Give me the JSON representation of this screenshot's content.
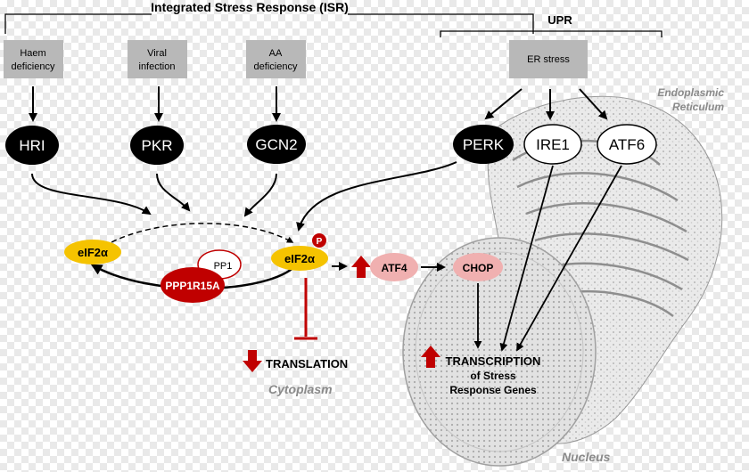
{
  "isr_title": "Integrated Stress Response (ISR)",
  "upr_title": "UPR",
  "stresses": {
    "haem": [
      "Haem",
      "deficiency"
    ],
    "viral": [
      "Viral",
      "infection"
    ],
    "aa": [
      "AA",
      "deficiency"
    ],
    "er": "ER stress"
  },
  "kinases": {
    "hri": "HRI",
    "pkr": "PKR",
    "gcn2": "GCN2",
    "perk": "PERK"
  },
  "sensors": {
    "ire1": "IRE1",
    "atf6": "ATF6"
  },
  "cycle": {
    "eif2a_left": "eIF2α",
    "eif2a_right": "eIF2α",
    "phospho": "P",
    "ppp1r15a": "PPP1R15A",
    "pp1": "PP1"
  },
  "factors": {
    "atf4": "ATF4",
    "chop": "CHOP"
  },
  "outcomes": {
    "translation": "TRANSLATION",
    "transcription": [
      "TRANSCRIPTION",
      "of Stress",
      "Response Genes"
    ]
  },
  "compartments": {
    "cytoplasm": "Cytoplasm",
    "nucleus": "Nucleus",
    "er": [
      "Endoplasmic",
      "Reticulum"
    ]
  },
  "colors": {
    "yellow": "#f5c300",
    "dark_red": "#c00000",
    "pink": "#f0b0b0",
    "stress_box": "#b8b8b8",
    "kinase": "#000000"
  }
}
